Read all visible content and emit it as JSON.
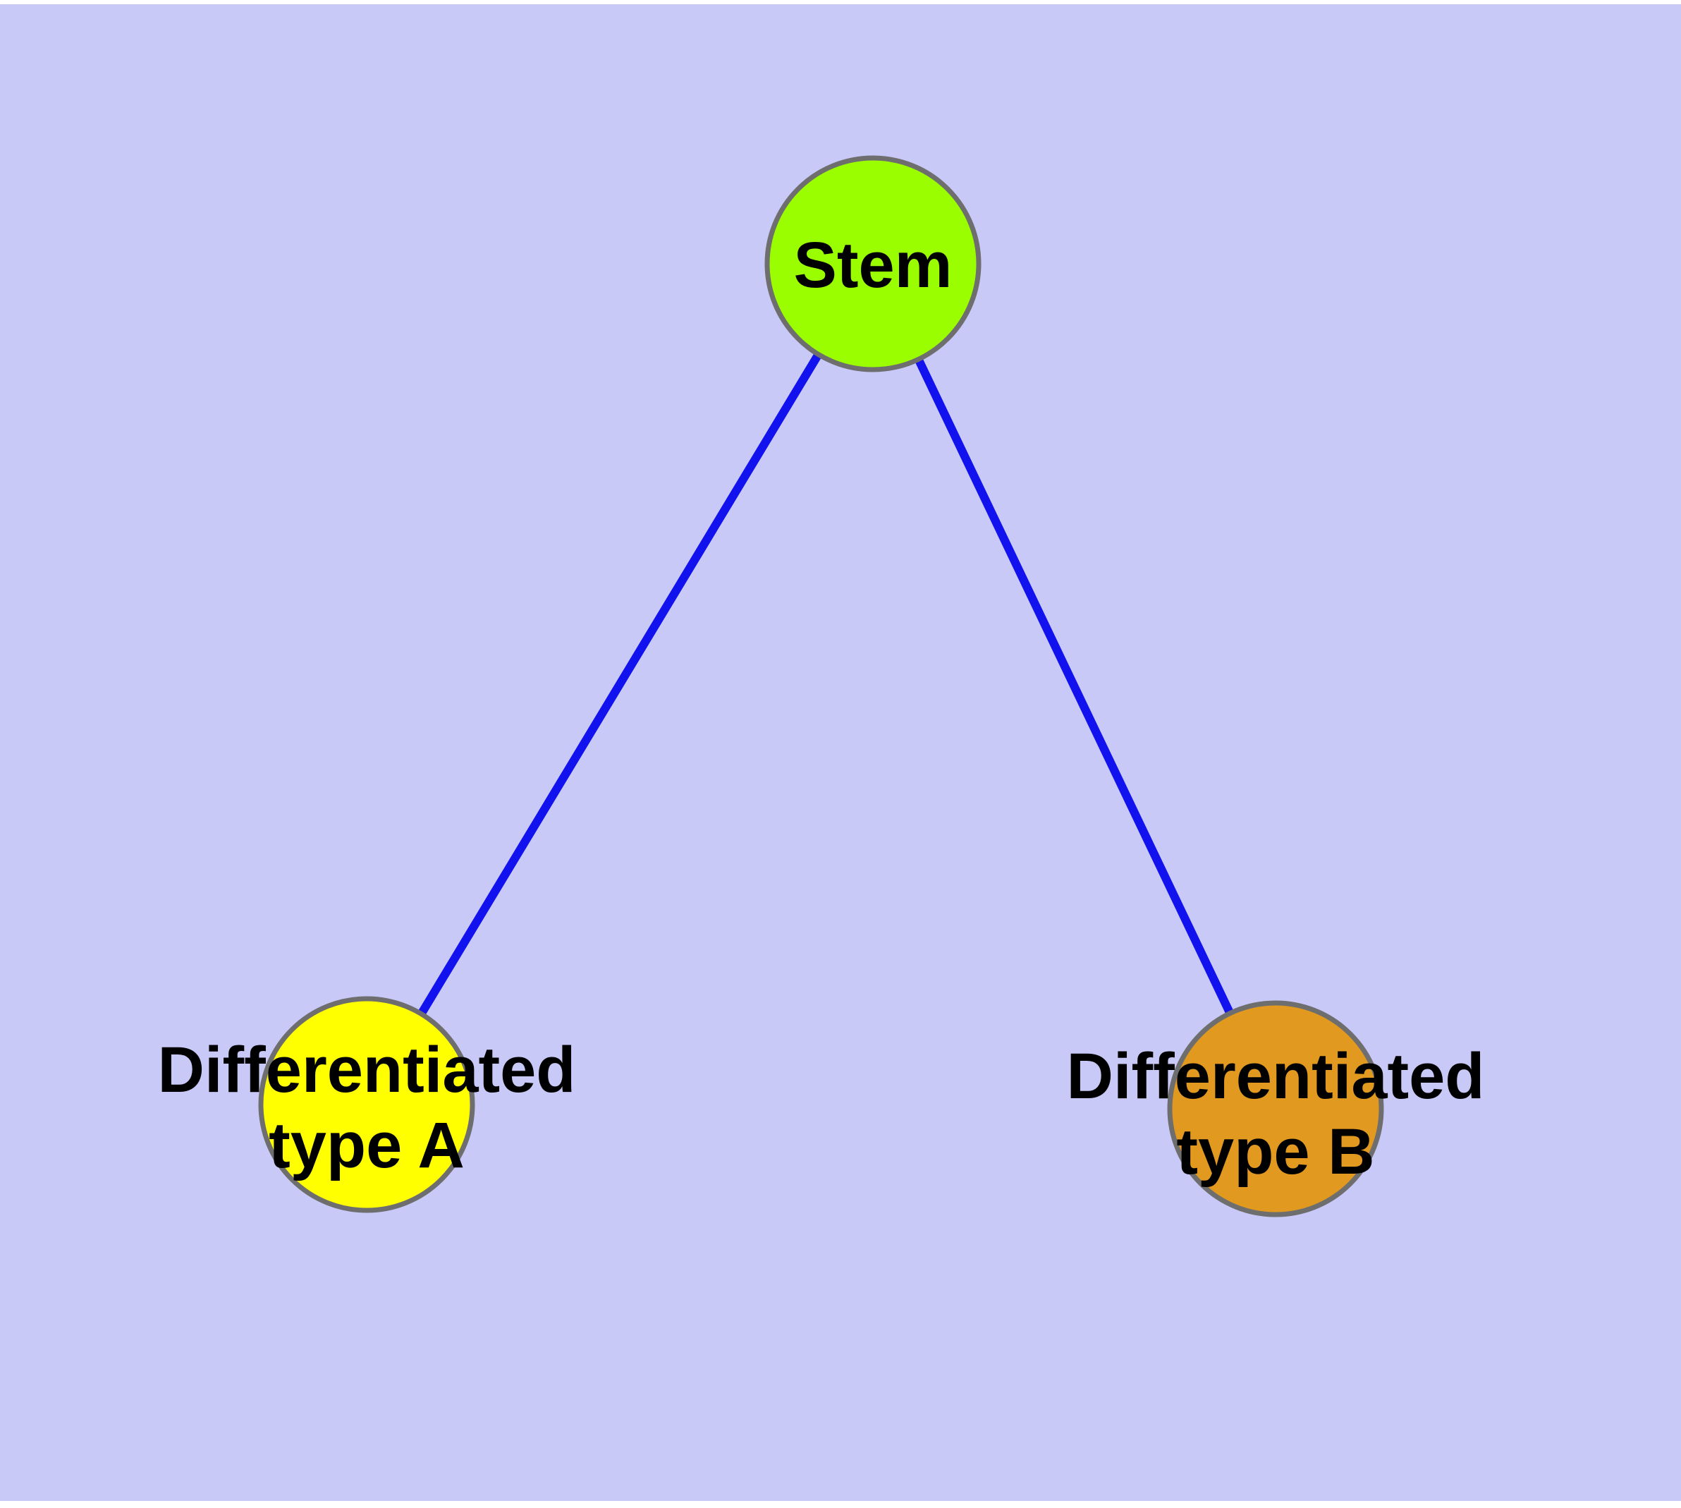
{
  "diagram": {
    "type": "node-link-graph",
    "background_color": "#c9c9f8",
    "page_margin_color": "#ffffff",
    "edge_color": "#1212ef",
    "node_border_color": "#6e6e6e",
    "text_color": "#000000",
    "nodes": [
      {
        "id": "stem",
        "label": "Stem",
        "color": "#9afe00"
      },
      {
        "id": "differentiated-type-a",
        "label_line1": "Differentiated",
        "label_line2": "type A",
        "color": "#ffff00"
      },
      {
        "id": "differentiated-type-b",
        "label_line1": "Differentiated",
        "label_line2": "type B",
        "color": "#e2991f"
      }
    ],
    "edges": [
      {
        "from": "stem",
        "to": "differentiated-type-a"
      },
      {
        "from": "stem",
        "to": "differentiated-type-b"
      }
    ]
  }
}
